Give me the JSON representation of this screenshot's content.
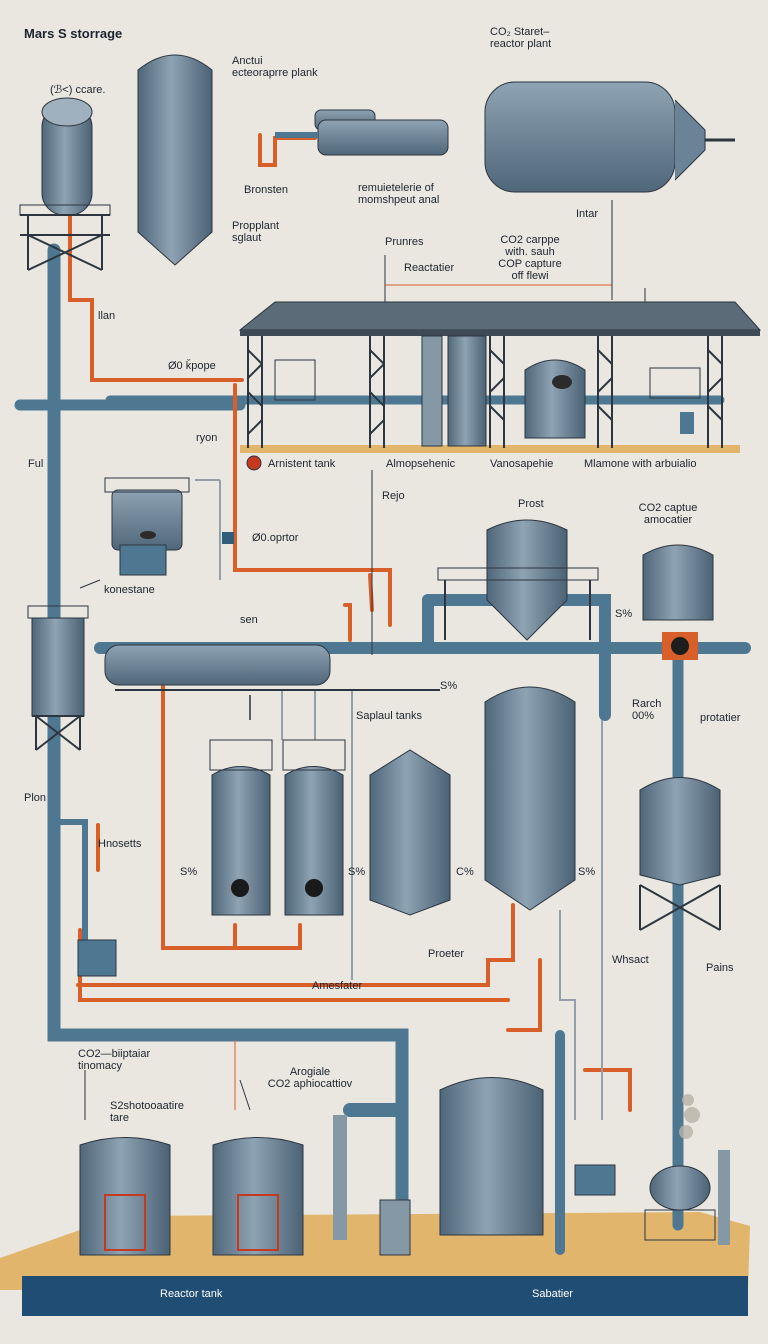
{
  "labels": {
    "title": "Mars S storrage",
    "co2_start": "CO₂ Staret–\nreactor plant",
    "cocare": "(ℬ<) ccare.",
    "anctui": "Anctui\necteoraprre plank",
    "bronsten": "Bronsten",
    "remuiet": "remuietelerie of\nmomshpeut anal",
    "propplant": "Propplant\nsglaut",
    "intar": "Intar",
    "prunres": "Prunres",
    "co2_carppe": "CO2 carppe\nwith. sauh\nCOP capture\noff flewi",
    "reactatier": "Reactatier",
    "llan": "llan",
    "oope": "Ø0 ǩpope",
    "ryon": "ryon",
    "ful": "Ful",
    "arnistent": "Arnistent tank",
    "almopsehenic": "Almopsehenic",
    "vanosapehie": "Vanosapehie",
    "mlamone": "Mlamone with arbuialio",
    "rejo": "Rejo",
    "prost": "Prost",
    "co2_captue": "CO2 captue\namocatier",
    "oprtor": "Ø0.oprtor",
    "konestane": "konestane",
    "sen": "sen",
    "s_pct_1": "S%",
    "s_pct_2": "S%",
    "s_pct_3": "S%",
    "s_pct_4": "S%",
    "c_pct": "C%",
    "s_pct_right": "S%",
    "saplaul": "Saplaul tanks",
    "rarch": "Rarch\n00%",
    "protatier": "protatier",
    "plon": "Plon",
    "hnosetts": "Hnosetts",
    "proeter": "Proeter",
    "whsact": "Whsact",
    "pains": "Pains",
    "amesfater": "Amesfater",
    "co2_biptaiar": "CO2—biiptaiar\ntinomacy",
    "arogiale": "Arogiale\nCO2 aphiocattiov",
    "s2sh": "S2shotooaatire\ntare",
    "reactor_tank": "Reactor tank",
    "sabatier": "Sabatier"
  },
  "colors": {
    "background": "#e9e7e0",
    "steel": "#6b8396",
    "steel_dark": "#42596b",
    "steel_light": "#9fb1bf",
    "pipe_orange": "#d85f2a",
    "pipe_blue": "#4e7892",
    "frame": "#2d3640",
    "ground": "#e2b56c",
    "water": "#1f4d73",
    "roof": "#5b6b78"
  },
  "icons": {
    "valve": "red-valve-icon",
    "port": "porthole-icon",
    "arrow": "up-arrow-icon",
    "steam": "steam-plume-icon"
  }
}
